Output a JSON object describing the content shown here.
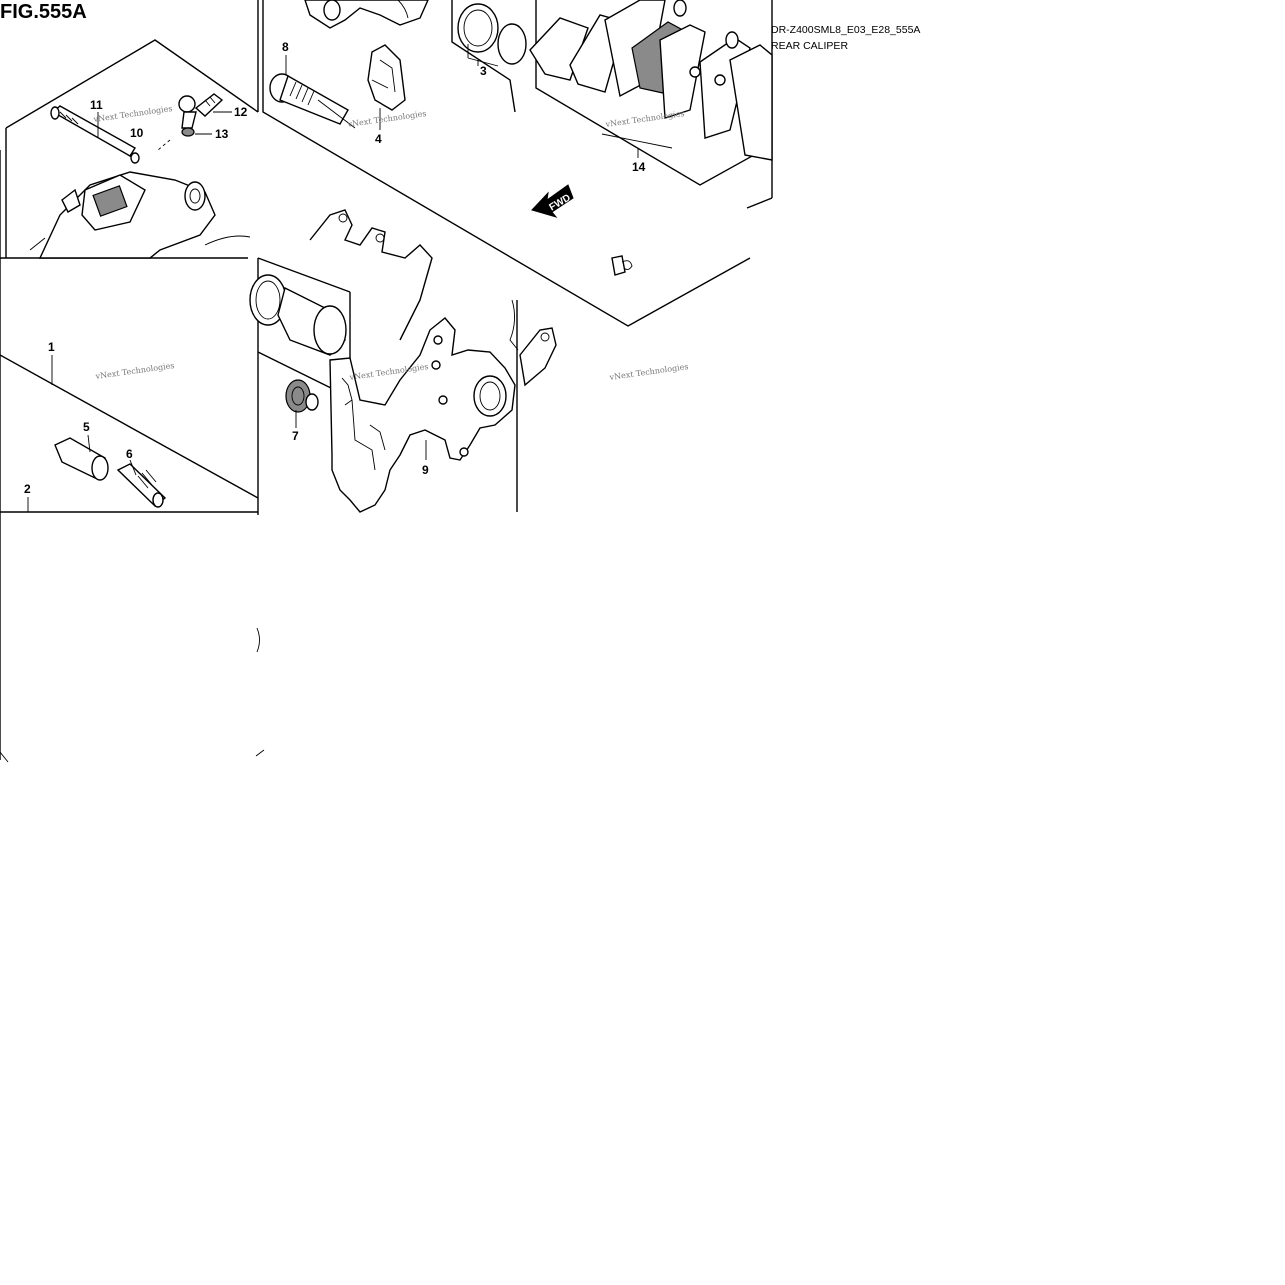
{
  "figure": {
    "title": "FIG.555A",
    "model_code": "DR-Z400SML8_E03_E28_555A",
    "caption": "REAR CALIPER"
  },
  "callouts": [
    "1",
    "2",
    "3",
    "4",
    "5",
    "6",
    "7",
    "8",
    "9",
    "10",
    "11",
    "12",
    "13",
    "14"
  ],
  "direction_marker": "FWD",
  "watermark": "vNext Technologies"
}
